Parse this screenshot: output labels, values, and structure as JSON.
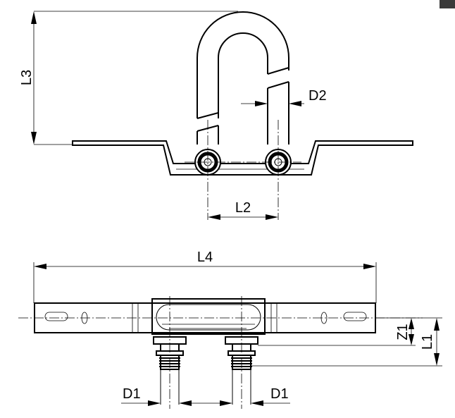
{
  "labels": {
    "l1": "L1",
    "l2": "L2",
    "l3": "L3",
    "l4": "L4",
    "z1": "Z1",
    "d1_left": "D1",
    "d1_right": "D1",
    "d2": "D2"
  }
}
